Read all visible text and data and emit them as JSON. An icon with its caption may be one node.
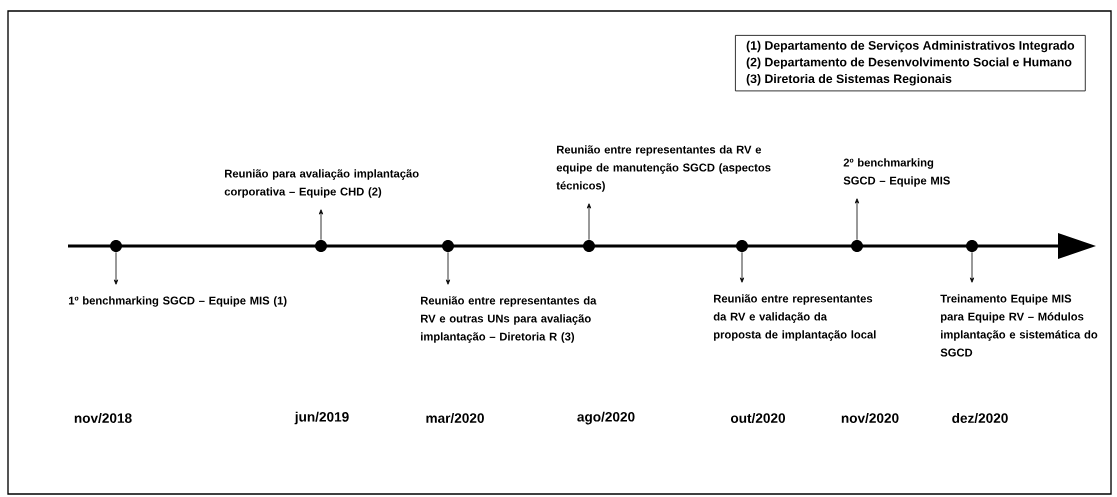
{
  "diagram": {
    "nodes": [
      {
        "text": [
          "(1) Departamento de Serviços Administrativos Integrado",
          "(2) Departamento de Desenvolvimento Social e Humano",
          "(3) Diretoria de Sistemas Regionais"
        ]
      },
      {
        "text": [],
        "shape": "circle"
      },
      {
        "text": [
          "1º benchmarking SGCD – Equipe MIS (1)"
        ]
      },
      {
        "text": [],
        "shape": "circle"
      },
      {
        "text": [
          "Reunião para avaliação implantação corporativa – Equipe CHD (2)"
        ]
      },
      {
        "text": [],
        "shape": "circle"
      },
      {
        "text": [
          "Reunião entre representantes da RV e outras UNs para avaliação implantação – Diretoria R (3)"
        ]
      },
      {
        "text": [],
        "shape": "circle"
      },
      {
        "text": [
          "Reunião entre representantes da RV e equipe de manutenção SGCD (aspectos técnicos)"
        ]
      },
      {
        "text": [],
        "shape": "circle"
      },
      {
        "text": [
          "Reunião entre representantes da RV e validação da proposta de implantação local"
        ]
      },
      {
        "text": [],
        "shape": "circle"
      },
      {
        "text": [
          "2º benchmarking SGCD – Equipe MIS"
        ]
      },
      {
        "text": [],
        "shape": "circle"
      },
      {
        "text": [
          "Treinamento Equipe MIS para Equipe RV – Módulos implantação e sistemática do SGCD"
        ]
      }
    ],
    "edges": [
      {
        "from": 1,
        "to": 2,
        "arrow": "to"
      },
      {
        "from": 3,
        "to": 4,
        "arrow": "to"
      },
      {
        "from": 5,
        "to": 6,
        "arrow": "to"
      },
      {
        "from": 7,
        "to": 8,
        "arrow": "to"
      },
      {
        "from": 9,
        "to": 10,
        "arrow": "to"
      },
      {
        "from": 11,
        "to": 12,
        "arrow": "to"
      },
      {
        "from": 13,
        "to": 14,
        "arrow": "to"
      }
    ],
    "labels": [
      "nov/2018",
      "jun/2019",
      "mar/2020",
      "ago/2020",
      "out/2020",
      "nov/2020",
      "dez/2020"
    ]
  }
}
